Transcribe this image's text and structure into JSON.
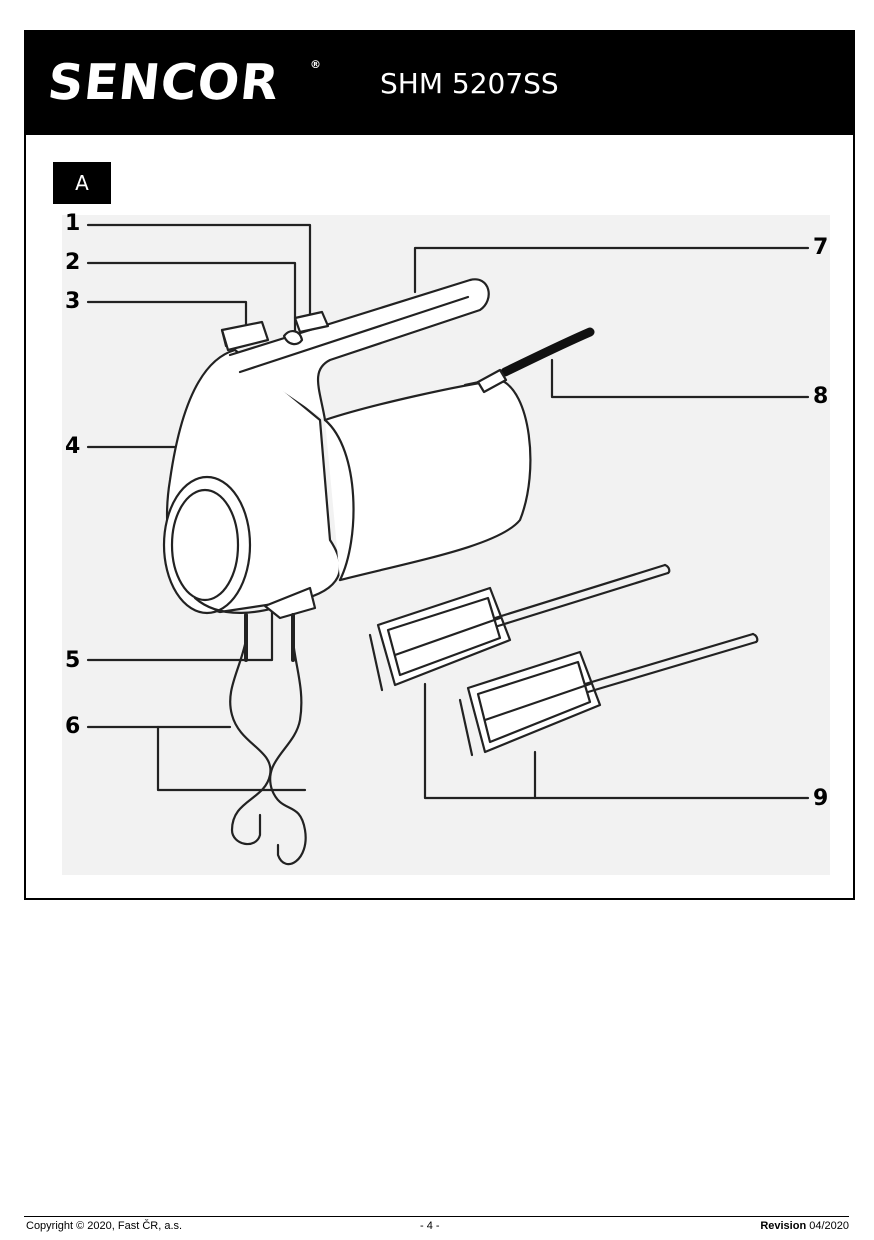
{
  "header": {
    "brand": "SENCOR",
    "registered_mark": "®",
    "model": "SHM 5207SS"
  },
  "figure": {
    "section_label": "A",
    "callouts": [
      "1",
      "2",
      "3",
      "4",
      "5",
      "6",
      "7",
      "8",
      "9"
    ]
  },
  "footer": {
    "copyright": "Copyright © 2020, Fast ČR, a.s.",
    "page": "- 4 -",
    "revision_label": "Revision",
    "revision_value": "04/2020"
  },
  "colors": {
    "header_bg": "#000000",
    "header_text": "#ffffff",
    "line_art": "#2a2a2a"
  }
}
